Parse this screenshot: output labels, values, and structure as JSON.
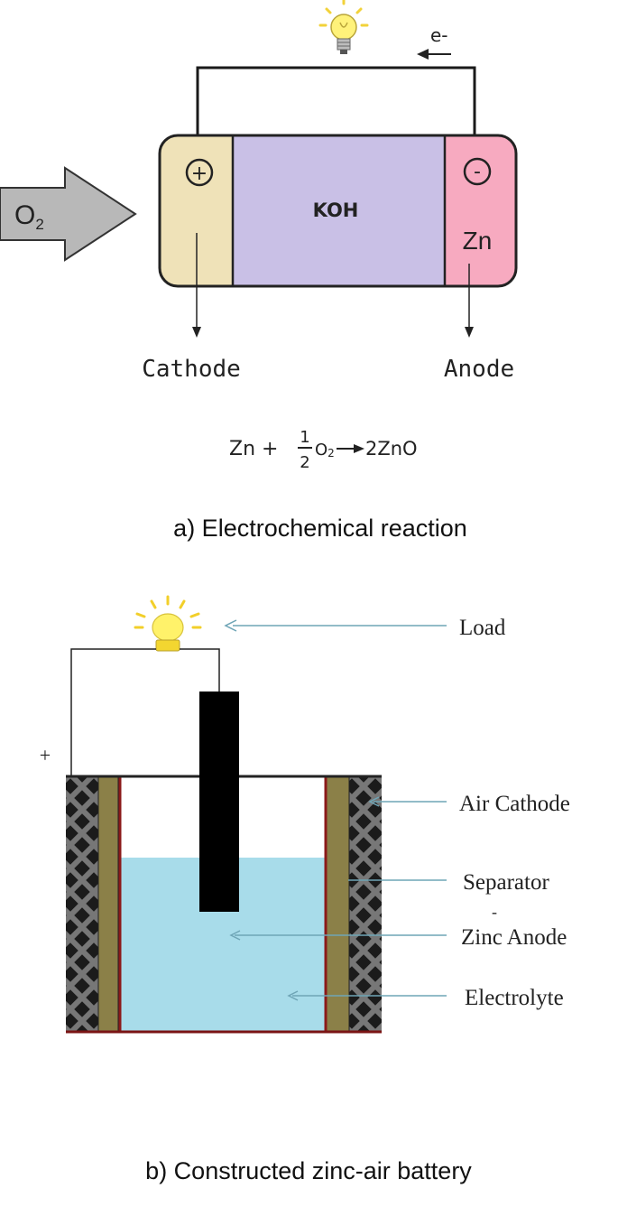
{
  "panel_a": {
    "current_label": "e-",
    "oxygen_label": "O",
    "oxygen_sub": "2",
    "positive_symbol": "+",
    "negative_symbol": "-",
    "electrolyte_label": "KOH",
    "anode_metal_label": "Zn",
    "cathode_label": "Cathode",
    "anode_label": "Anode",
    "equation": {
      "left": "Zn +",
      "numerator": "1",
      "denominator": "2",
      "oxygen": "O",
      "oxygen_sub": "2",
      "product": "2ZnO"
    },
    "caption": "a) Electrochemical reaction",
    "colors": {
      "cathode": "#efe2b8",
      "electrolyte": "#c9c0e6",
      "anode": "#f7aac0",
      "arrow": "#b5b5b5",
      "bulb": "#fff27a"
    }
  },
  "panel_b": {
    "plus_sign": "+",
    "labels": {
      "load": "Load",
      "air_cathode": "Air Cathode",
      "separator": "Separator",
      "separator_mark": "-",
      "zinc_anode": "Zinc Anode",
      "electrolyte": "Electrolyte"
    },
    "caption": "b) Constructed zinc-air battery",
    "colors": {
      "electrolyte": "#a8dcea",
      "separator": "#8b8048",
      "casing": "#1a1a1a",
      "mesh": "#707070",
      "anode": "#000000",
      "pointer_lines": "#6fa5b6",
      "bulb": "#fff26a"
    }
  }
}
